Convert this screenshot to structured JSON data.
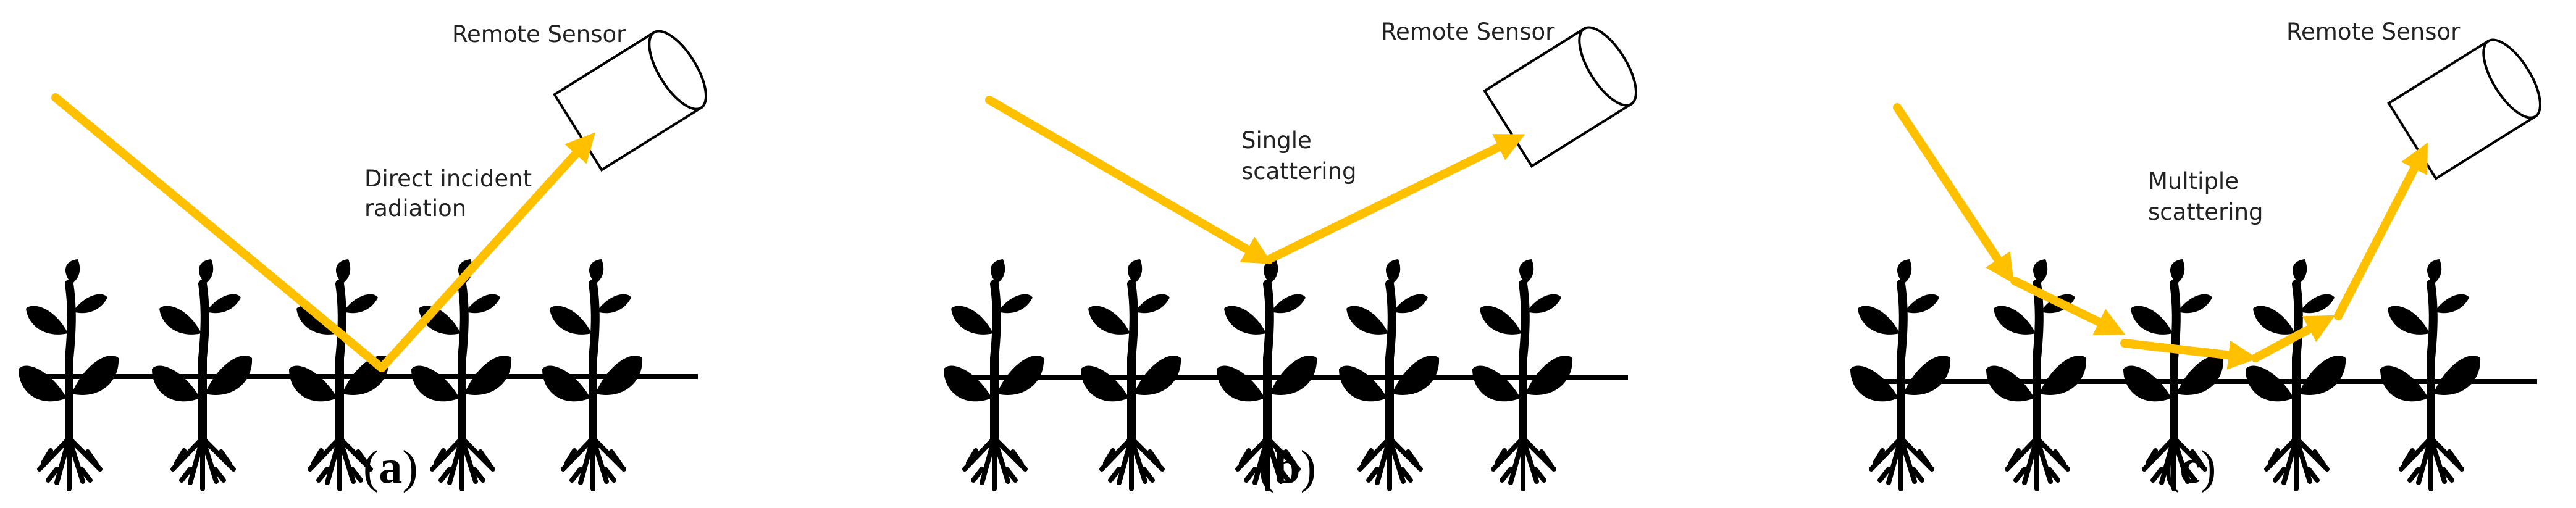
{
  "colors": {
    "ray": "#FFC000",
    "plant": "#000000",
    "ground": "#000000",
    "background": "#FFFFFF"
  },
  "icons": {
    "plant": "plant-icon",
    "sensor": "remote-sensor-icon"
  },
  "panels": [
    {
      "id": "a",
      "sensor_label": "Remote Sensor",
      "annotation_lines": [
        "Direct incident",
        "radiation"
      ],
      "caption_open": "(",
      "caption_letter": "a",
      "caption_close": ")"
    },
    {
      "id": "b",
      "sensor_label": "Remote Sensor",
      "annotation_lines": [
        "Single",
        "scattering"
      ],
      "caption_open": "(",
      "caption_letter": "b",
      "caption_close": ")"
    },
    {
      "id": "c",
      "sensor_label": "Remote Sensor",
      "annotation_lines": [
        "Multiple",
        "scattering"
      ],
      "caption_open": "(",
      "caption_letter": "c",
      "caption_close": ")"
    }
  ]
}
